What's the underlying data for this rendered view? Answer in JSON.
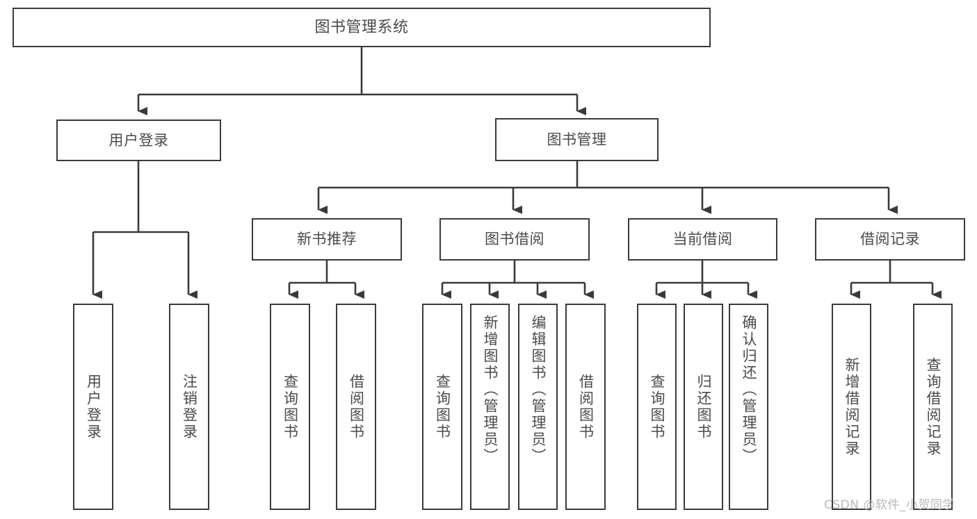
{
  "diagram": {
    "title": "图书管理系统",
    "watermark": "CSDN @软件_小贺同学",
    "colors": {
      "stroke": "#3a3a3a",
      "text": "#4a4a4a",
      "background": "#ffffff",
      "watermark": "#b9b9b9"
    },
    "root": {
      "label": "图书管理系统"
    },
    "level2": [
      {
        "label": "用户登录"
      },
      {
        "label": "图书管理"
      }
    ],
    "level3": [
      {
        "label": "新书推荐"
      },
      {
        "label": "图书借阅"
      },
      {
        "label": "当前借阅"
      },
      {
        "label": "借阅记录"
      }
    ],
    "leaves": {
      "user_login": [
        {
          "label": "用户登录"
        },
        {
          "label": "注销登录"
        }
      ],
      "new_book_recommend": [
        {
          "label": "查询图书"
        },
        {
          "label": "借阅图书"
        }
      ],
      "book_borrow": [
        {
          "label": "查询图书"
        },
        {
          "label": "新增图书（管理员）"
        },
        {
          "label": "编辑图书（管理员）"
        },
        {
          "label": "借阅图书"
        }
      ],
      "current_borrow": [
        {
          "label": "查询图书"
        },
        {
          "label": "归还图书"
        },
        {
          "label": "确认归还（管理员）"
        }
      ],
      "borrow_record": [
        {
          "label": "新增借阅记录"
        },
        {
          "label": "查询借阅记录"
        }
      ]
    }
  }
}
